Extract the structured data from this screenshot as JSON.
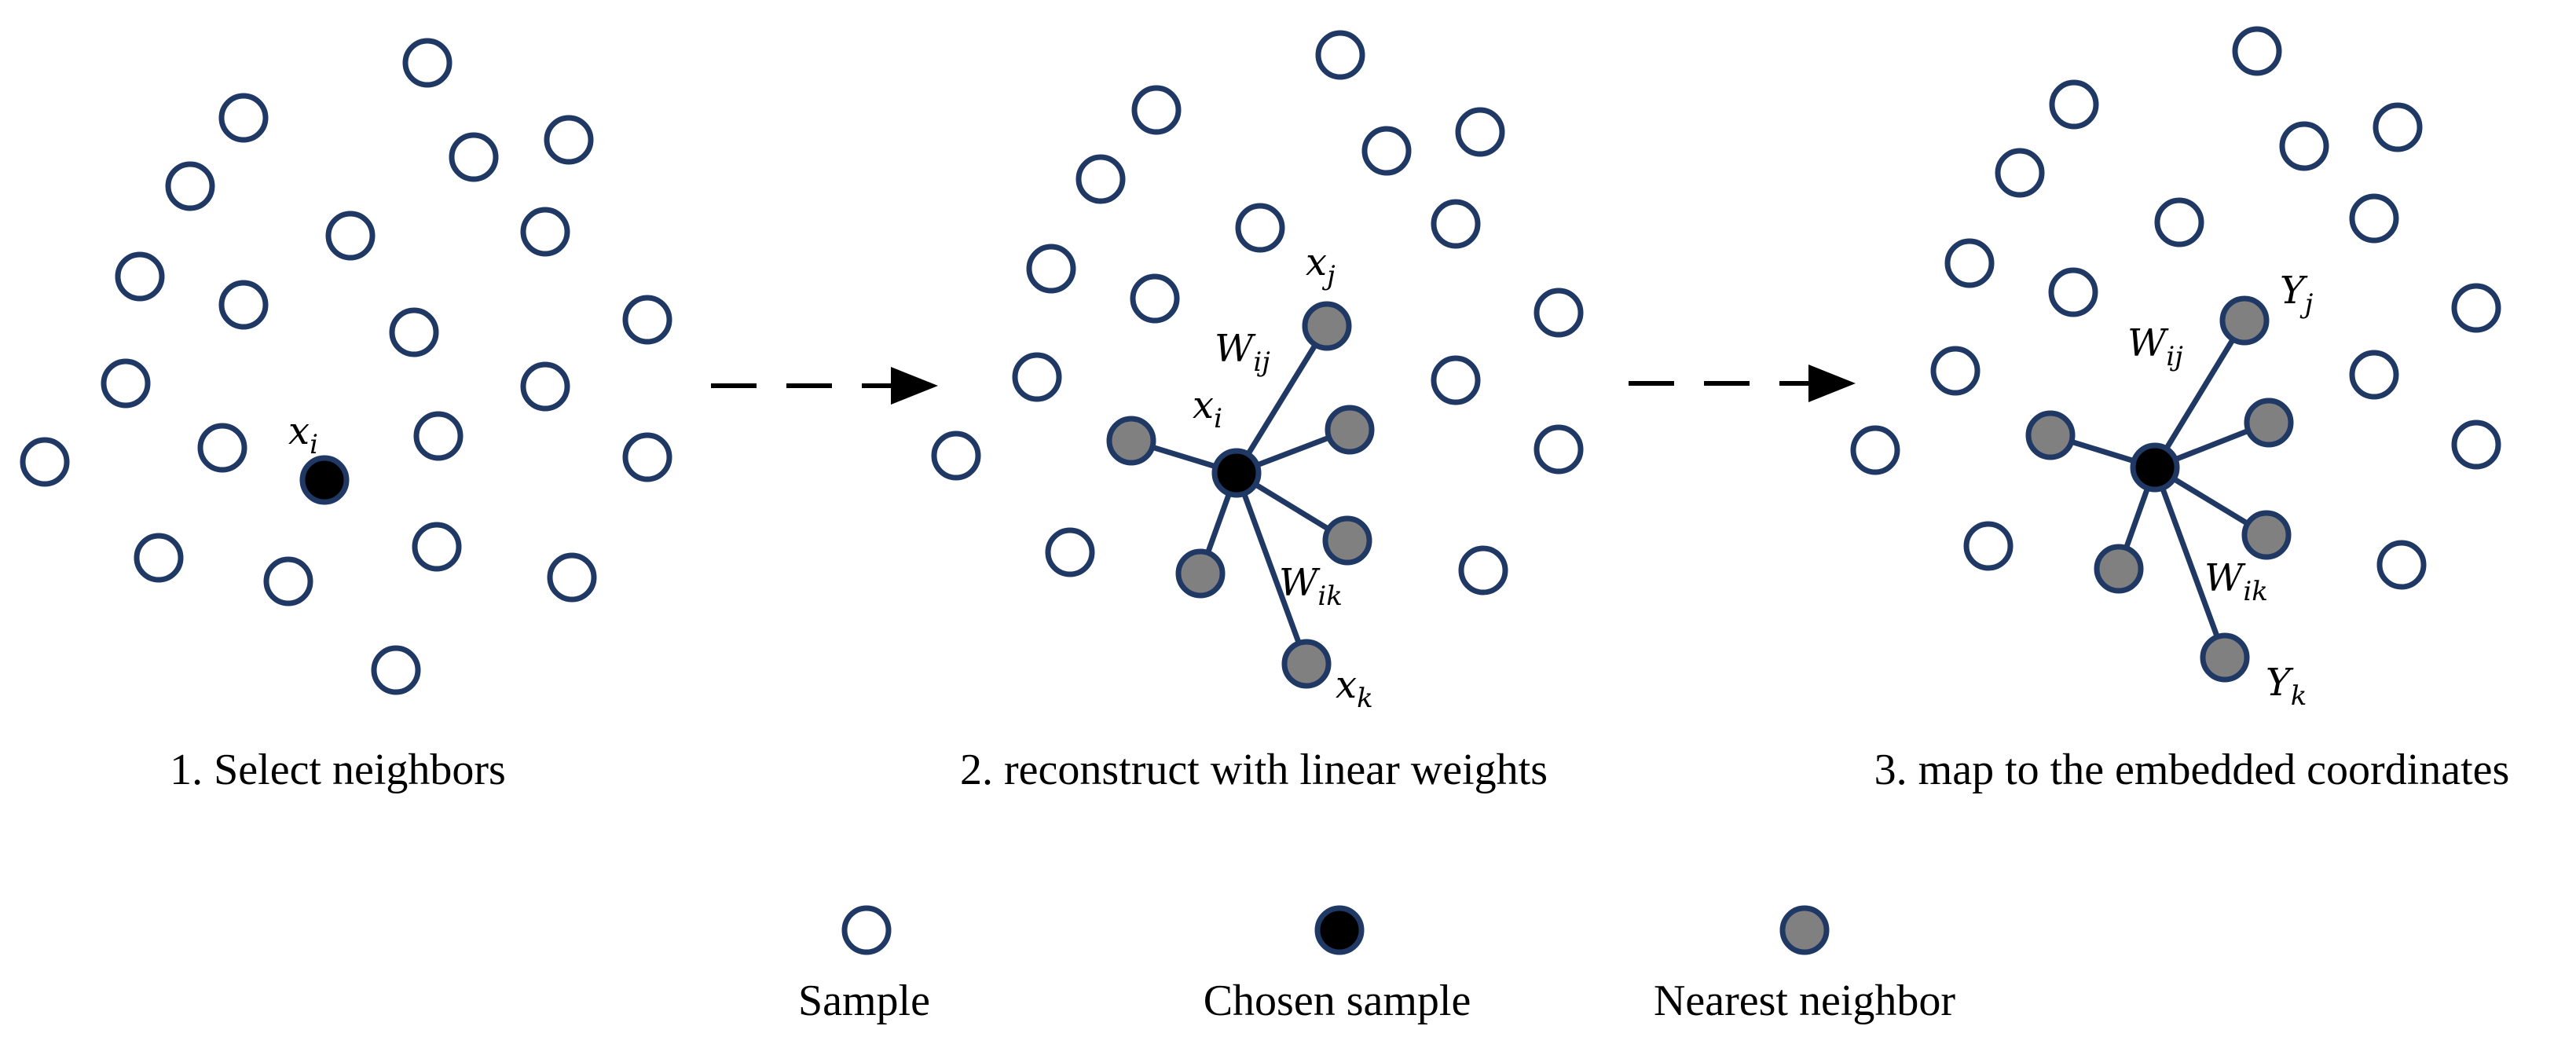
{
  "colors": {
    "ring": "#1f3864",
    "edge": "#1f3864",
    "sample_fill": "#ffffff",
    "chosen_fill": "#000000",
    "neighbor_fill": "#808080",
    "arrow": "#000000"
  },
  "symbols": {
    "panel1": {
      "xi": {
        "base": "x",
        "sub": "i"
      }
    },
    "panel2": {
      "xi": {
        "base": "x",
        "sub": "i"
      },
      "xj": {
        "base": "x",
        "sub": "j"
      },
      "xk": {
        "base": "x",
        "sub": "k"
      },
      "wij": {
        "base": "W",
        "sub": "ij"
      },
      "wik": {
        "base": "W",
        "sub": "ik"
      }
    },
    "panel3": {
      "yj": {
        "base": "Y",
        "sub": "j"
      },
      "yk": {
        "base": "Y",
        "sub": "k"
      },
      "wij": {
        "base": "W",
        "sub": "ij"
      },
      "wik": {
        "base": "W",
        "sub": "ik"
      }
    }
  },
  "captions": {
    "step1": "1. Select neighbors",
    "step2": "2. reconstruct with linear weights",
    "step3": "3. map to the embedded coordinates"
  },
  "legend": {
    "sample": "Sample",
    "chosen": "Chosen sample",
    "neighbor": "Nearest neighbor"
  }
}
